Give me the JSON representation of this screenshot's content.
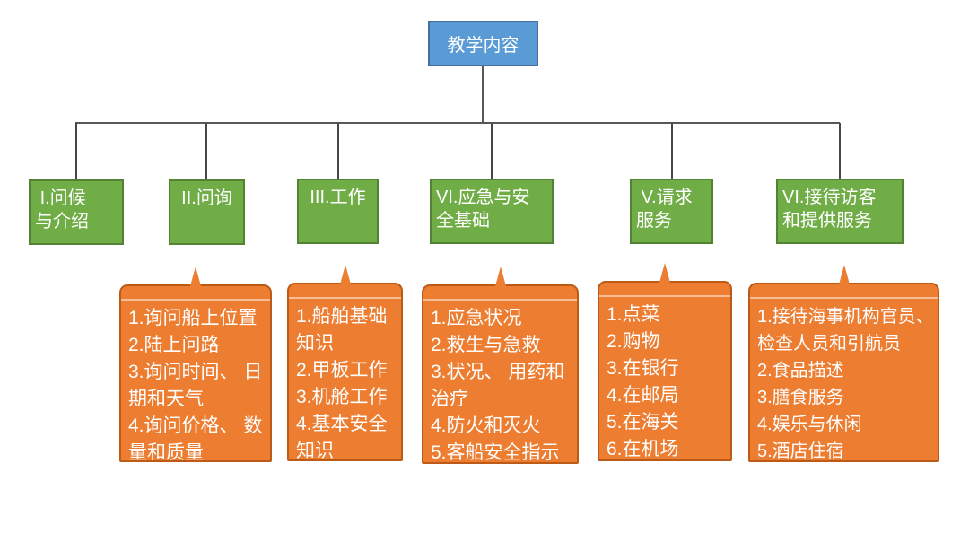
{
  "diagram": {
    "root": {
      "label": "教学内容"
    },
    "branches": [
      {
        "label": " I.问候\n与介绍"
      },
      {
        "label": "II.问询"
      },
      {
        "label": "III.工作"
      },
      {
        "label": "VI.应急与安\n全基础"
      },
      {
        "label": " V.请求\n服务"
      },
      {
        "label": "VI.接待访客\n和提供服务"
      }
    ],
    "callouts": [
      {
        "text": "1.询问船上位置\n2.陆上问路\n3.询问时间、 日\n期和天气\n4.询问价格、 数\n量和质量"
      },
      {
        "text": "1.船舶基础\n知识\n2.甲板工作\n3.机舱工作\n4.基本安全\n知识"
      },
      {
        "text": "1.应急状况\n2.救生与急救\n3.状况、 用药和\n治疗\n4.防火和灭火\n5.客船安全指示"
      },
      {
        "text": "1.点菜\n2.购物\n3.在银行\n4.在邮局\n5.在海关\n6.在机场"
      },
      {
        "text": "1.接待海事机构官员、\n检查人员和引航员\n2.食品描述\n3.膳食服务\n4.娱乐与休闲\n5.酒店住宿"
      }
    ],
    "colors": {
      "root_fill": "#5B9BD5",
      "root_border": "#41719C",
      "branch_fill": "#70AD47",
      "branch_border": "#548235",
      "callout_fill": "#ED7D31",
      "callout_border": "#BC5B17",
      "connector": "#585858"
    }
  }
}
